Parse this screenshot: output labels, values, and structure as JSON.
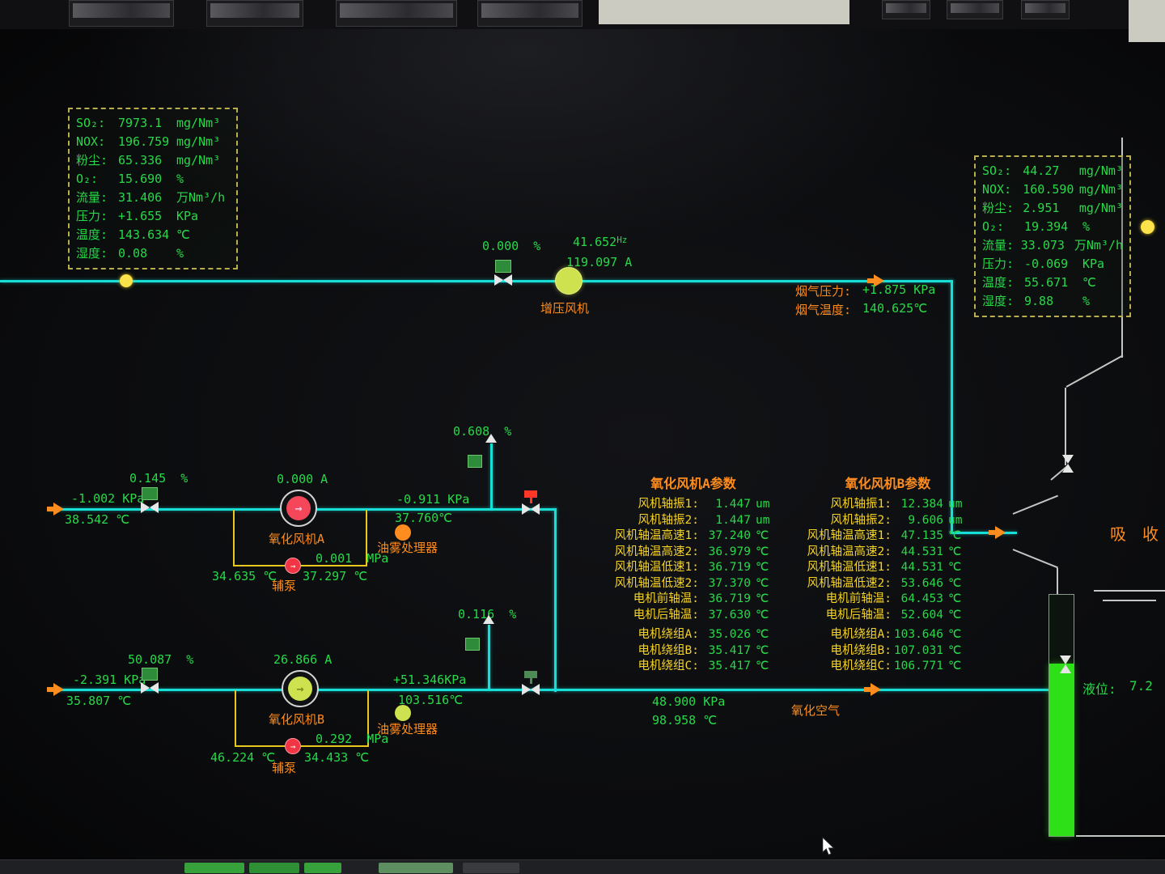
{
  "inlet_panel": {
    "rows": [
      {
        "l": "SO₂:",
        "v": "7973.1",
        "u": "mg/Nm³"
      },
      {
        "l": "NOX:",
        "v": "196.759",
        "u": "mg/Nm³"
      },
      {
        "l": "粉尘:",
        "v": "65.336",
        "u": "mg/Nm³"
      },
      {
        "l": "O₂:",
        "v": "15.690",
        "u": "%"
      },
      {
        "l": "流量:",
        "v": "31.406",
        "u": "万Nm³/h"
      },
      {
        "l": "压力:",
        "v": "+1.655",
        "u": "KPa"
      },
      {
        "l": "温度:",
        "v": "143.634",
        "u": "℃"
      },
      {
        "l": "湿度:",
        "v": "0.08",
        "u": "%"
      }
    ]
  },
  "outlet_panel": {
    "rows": [
      {
        "l": "SO₂:",
        "v": "44.27",
        "u": "mg/Nm³"
      },
      {
        "l": "NOX:",
        "v": "160.590",
        "u": "mg/Nm³"
      },
      {
        "l": "粉尘:",
        "v": "2.951",
        "u": "mg/Nm³"
      },
      {
        "l": "O₂:",
        "v": "19.394",
        "u": "%"
      },
      {
        "l": "流量:",
        "v": "33.073",
        "u": "万Nm³/h"
      },
      {
        "l": "压力:",
        "v": "-0.069",
        "u": "KPa"
      },
      {
        "l": "温度:",
        "v": "55.671",
        "u": "℃"
      },
      {
        "l": "湿度:",
        "v": "9.88",
        "u": "%"
      }
    ]
  },
  "flue": {
    "damper_pos": "0.000  %",
    "booster_freq": "41.652",
    "booster_freq_unit": "Hz",
    "booster_current": "119.097 A",
    "booster_name": "增压风机",
    "pressure_label": "烟气压力:",
    "pressure_value": "+1.875 KPa",
    "temp_label": "烟气温度:",
    "temp_value": "140.625℃"
  },
  "fan_a": {
    "inlet_pressure": "-1.002 KPa",
    "inlet_temp": "38.542 ℃",
    "damper_pos": "0.145  %",
    "current": "0.000 A",
    "name": "氧化风机A",
    "pump_name": "辅泵",
    "pump_pressure": "0.001  MPa",
    "pump_temp_in": "34.635 ℃",
    "pump_temp_out": "37.297 ℃",
    "outlet_pressure": "-0.911 KPa",
    "outlet_temp": "37.760℃",
    "mist_name": "油雾处理器",
    "vent_damper_pos": "0.608  %"
  },
  "fan_b": {
    "inlet_pressure": "-2.391 KPa",
    "inlet_temp": "35.807 ℃",
    "damper_pos": "50.087  %",
    "current": "26.866 A",
    "name": "氧化风机B",
    "pump_name": "辅泵",
    "pump_pressure": "0.292  MPa",
    "pump_temp_in": "46.224 ℃",
    "pump_temp_out": "34.433 ℃",
    "outlet_pressure": "+51.346KPa",
    "outlet_temp": "103.516℃",
    "mist_name": "油雾处理器",
    "vent_damper_pos": "0.116  %",
    "header_pressure": "48.900 KPa",
    "header_temp": "98.958 ℃",
    "air_name": "氧化空气"
  },
  "params_a": {
    "title": "氧化风机A参数",
    "rows": [
      {
        "l": "风机轴振1:",
        "v": "1.447",
        "u": "um"
      },
      {
        "l": "风机轴振2:",
        "v": "1.447",
        "u": "um"
      },
      {
        "l": "风机轴温高速1:",
        "v": "37.240",
        "u": "℃"
      },
      {
        "l": "风机轴温高速2:",
        "v": "36.979",
        "u": "℃"
      },
      {
        "l": "风机轴温低速1:",
        "v": "36.719",
        "u": "℃"
      },
      {
        "l": "风机轴温低速2:",
        "v": "37.370",
        "u": "℃"
      },
      {
        "l": "电机前轴温:",
        "v": "36.719",
        "u": "℃"
      },
      {
        "l": "电机后轴温:",
        "v": "37.630",
        "u": "℃"
      },
      {
        "l": "电机绕组A:",
        "v": "35.026",
        "u": "℃"
      },
      {
        "l": "电机绕组B:",
        "v": "35.417",
        "u": "℃"
      },
      {
        "l": "电机绕组C:",
        "v": "35.417",
        "u": "℃"
      }
    ]
  },
  "params_b": {
    "title": "氧化风机B参数",
    "rows": [
      {
        "l": "风机轴振1:",
        "v": "12.384",
        "u": "um"
      },
      {
        "l": "风机轴振2:",
        "v": "9.606",
        "u": "um"
      },
      {
        "l": "风机轴温高速1:",
        "v": "47.135",
        "u": "℃"
      },
      {
        "l": "风机轴温高速2:",
        "v": "44.531",
        "u": "℃"
      },
      {
        "l": "风机轴温低速1:",
        "v": "44.531",
        "u": "℃"
      },
      {
        "l": "风机轴温低速2:",
        "v": "53.646",
        "u": "℃"
      },
      {
        "l": "电机前轴温:",
        "v": "64.453",
        "u": "℃"
      },
      {
        "l": "电机后轴温:",
        "v": "52.604",
        "u": "℃"
      },
      {
        "l": "电机绕组A:",
        "v": "103.646",
        "u": "℃"
      },
      {
        "l": "电机绕组B:",
        "v": "107.031",
        "u": "℃"
      },
      {
        "l": "电机绕组C:",
        "v": "106.771",
        "u": "℃"
      }
    ]
  },
  "absorber": {
    "name": "吸 收",
    "level_label": "液位:",
    "level_value": "7.2"
  }
}
